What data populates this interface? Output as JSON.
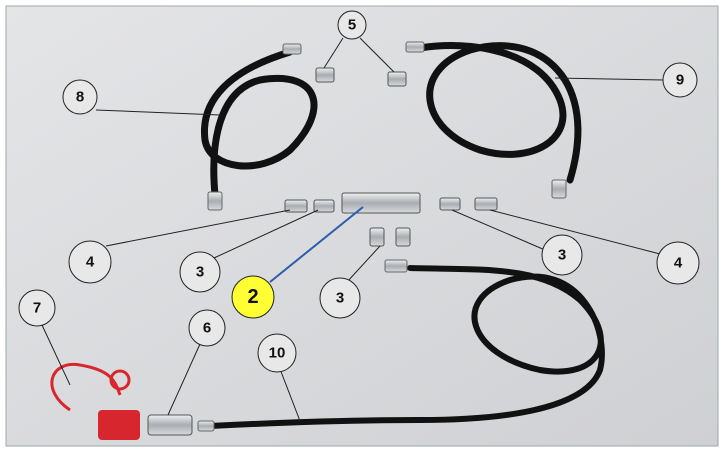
{
  "callouts": [
    {
      "id": "5",
      "label": "5"
    },
    {
      "id": "8",
      "label": "8"
    },
    {
      "id": "9",
      "label": "9"
    },
    {
      "id": "4a",
      "label": "4"
    },
    {
      "id": "3a",
      "label": "3"
    },
    {
      "id": "2",
      "label": "2"
    },
    {
      "id": "3b",
      "label": "3"
    },
    {
      "id": "3c",
      "label": "3"
    },
    {
      "id": "4b",
      "label": "4"
    },
    {
      "id": "7",
      "label": "7"
    },
    {
      "id": "6",
      "label": "6"
    },
    {
      "id": "10",
      "label": "10"
    }
  ],
  "colors": {
    "background": "#d9dadc",
    "hose": "#111111",
    "fitting": "#b8bcc0",
    "highlight": "#ffff33",
    "leader_blue": "#2a5db0",
    "cap": "#d8262e"
  }
}
